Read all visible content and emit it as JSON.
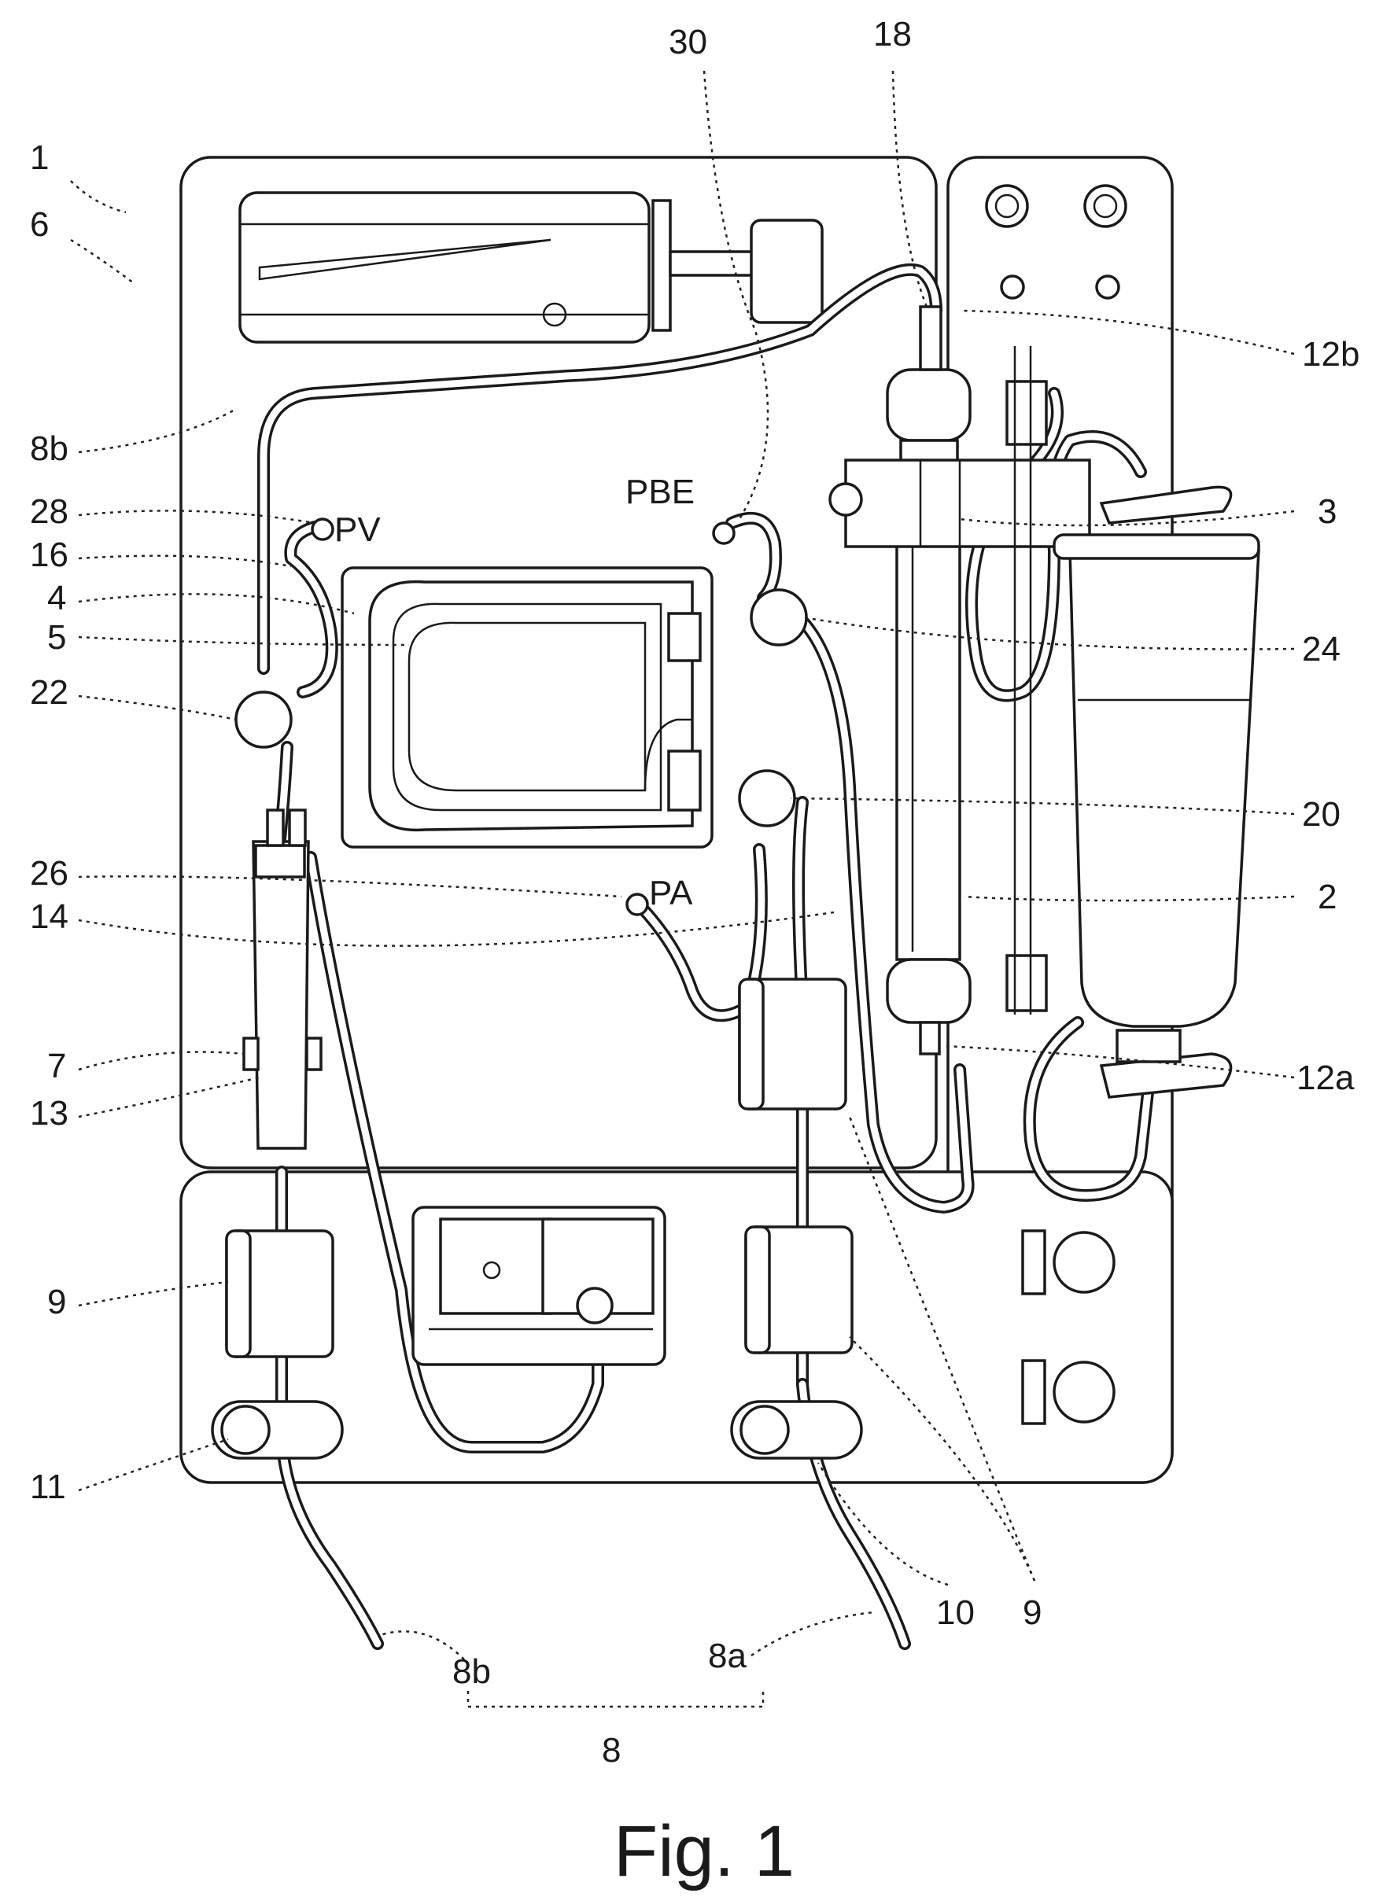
{
  "figure": {
    "caption": "Fig. 1",
    "labels": {
      "l1": "1",
      "l6": "6",
      "l8b_top": "8b",
      "l28": "28",
      "l16": "16",
      "l4": "4",
      "l5": "5",
      "l22": "22",
      "l26": "26",
      "l14": "14",
      "l7": "7",
      "l13": "13",
      "l9_left": "9",
      "l11": "11",
      "l30": "30",
      "l18": "18",
      "l12b": "12b",
      "l3": "3",
      "l24": "24",
      "l20": "20",
      "l2": "2",
      "l12a": "12a",
      "l10": "10",
      "l9_right": "9",
      "l8b_bottom": "8b",
      "l8a": "8a",
      "l8": "8",
      "pv": "PV",
      "pa": "PA",
      "pbe": "PBE"
    }
  }
}
